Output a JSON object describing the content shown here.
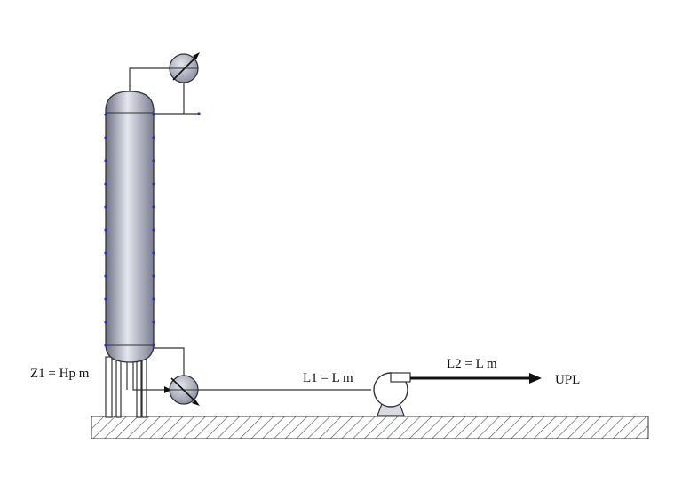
{
  "labels": {
    "column_height": "Z1 = Hp m",
    "pipe_to_pump": "L1 = L m",
    "pipe_from_pump": "L2 = L m",
    "destination": "UPL"
  },
  "colors": {
    "vessel_light": "#e4e6ee",
    "vessel_mid": "#a9adbd",
    "vessel_dark": "#6c7082",
    "stroke": "#333333",
    "tray_marker": "#2a2adf",
    "hatch": "#555555"
  },
  "icons": {
    "condenser": "heat-exchanger-icon",
    "reboiler": "heat-exchanger-icon",
    "pump": "centrifugal-pump-icon",
    "flow_arrow": "arrow-right-icon"
  }
}
